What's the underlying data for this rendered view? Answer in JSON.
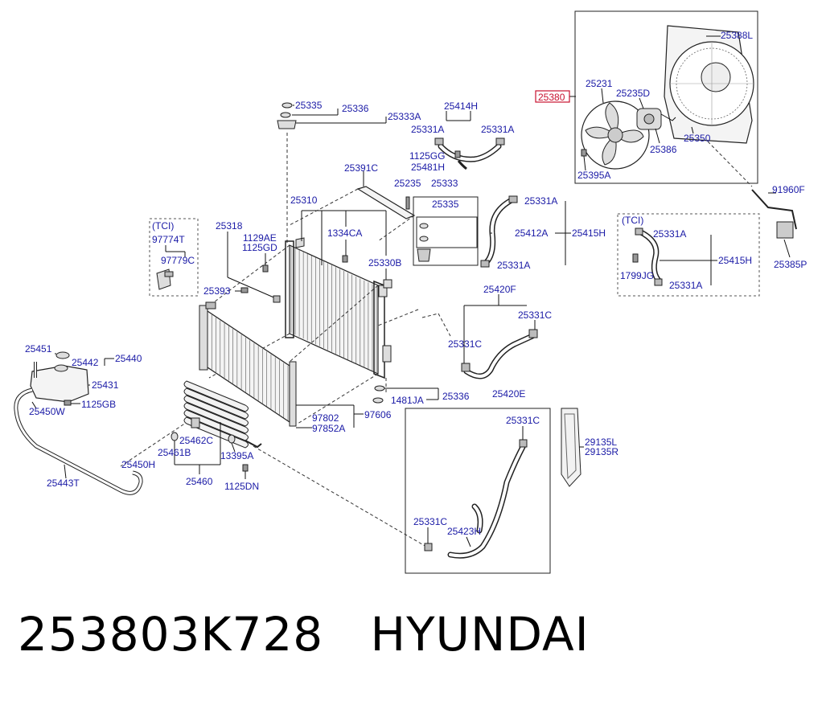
{
  "caption": {
    "part_number": "253803K728",
    "brand": "HYUNDAI"
  },
  "highlight_color": "#c8102e",
  "label_color": "#1a1aa6",
  "labels": {
    "p25388L": "25388L",
    "p25380": "25380",
    "p25231": "25231",
    "p25235D": "25235D",
    "p25386": "25386",
    "p25350": "25350",
    "p25395A": "25395A",
    "p91960F": "91960F",
    "p25385P": "25385P",
    "p25335_top": "25335",
    "p25336_top": "25336",
    "p25333A": "25333A",
    "p25414H": "25414H",
    "p25331A_1": "25331A",
    "p25331A_2": "25331A",
    "p1125GG": "1125GG",
    "p25481H": "25481H",
    "p25391C": "25391C",
    "p25235": "25235",
    "p25333": "25333",
    "p25335_box": "25335",
    "p25310": "25310",
    "p25318": "25318",
    "p1129AE": "1129AE",
    "p1125GD": "1125GD",
    "p1334CA": "1334CA",
    "p25330B": "25330B",
    "p25393": "25393",
    "tci_left": "(TCI)",
    "p97774T": "97774T",
    "p97779C": "97779C",
    "p25331A_3": "25331A",
    "p25412A": "25412A",
    "p25415H_1": "25415H",
    "p25331A_4": "25331A",
    "tci_right": "(TCI)",
    "p25331A_5": "25331A",
    "p25415H_2": "25415H",
    "p1799JG": "1799JG",
    "p25331A_6": "25331A",
    "p25420F": "25420F",
    "p25331C_1": "25331C",
    "p25331C_2": "25331C",
    "p25336_low": "25336",
    "p1481JA": "1481JA",
    "p25420E": "25420E",
    "p25331C_3": "25331C",
    "p29135L": "29135L",
    "p29135R": "29135R",
    "p25331C_4": "25331C",
    "p25423H": "25423H",
    "p25451": "25451",
    "p25442": "25442",
    "p25440": "25440",
    "p25431": "25431",
    "p1125GB": "1125GB",
    "p25450W": "25450W",
    "p25450H": "25450H",
    "p25443T": "25443T",
    "p25462C": "25462C",
    "p25461B": "25461B",
    "p25460": "25460",
    "p13395A": "13395A",
    "p1125DN": "1125DN",
    "p97802": "97802",
    "p97852A": "97852A",
    "p97606": "97606"
  }
}
